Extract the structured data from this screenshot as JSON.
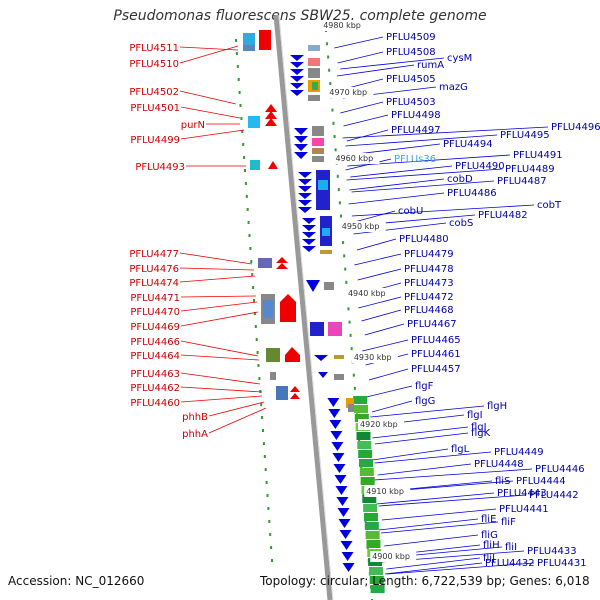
{
  "title": "Pseudomonas fluorescens SBW25, complete genome",
  "accession": "Accession: NC_012660",
  "summary": "Topology: circular; Length: 6,722,539 bp; Genes: 6,018",
  "colors": {
    "forward": "#ee0000",
    "reverse": "#0000dd",
    "rna": "#33aadd",
    "backbone": "#999999",
    "tick": "#339933"
  },
  "scale": [
    "4980 kbp",
    "4970 kbp",
    "4960 kbp",
    "4950 kbp",
    "4940 kbp",
    "4930 kbp",
    "4920 kbp",
    "4910 kbp",
    "4900 kbp"
  ],
  "left_labels": [
    "PFLU4511",
    "PFLU4510",
    "PFLU4502",
    "PFLU4501",
    "purN",
    "PFLU4499",
    "PFLU4493",
    "PFLU4477",
    "PFLU4476",
    "PFLU4474",
    "PFLU4471",
    "PFLU4470",
    "PFLU4469",
    "PFLU4466",
    "PFLU4464",
    "PFLU4463",
    "PFLU4462",
    "PFLU4460",
    "phhB",
    "phhA"
  ],
  "right_labels": [
    "PFLU4509",
    "PFLU4508",
    "cysM",
    "rumA",
    "PFLU4505",
    "mazG",
    "PFLU4503",
    "PFLU4498",
    "PFLU4497",
    "PFLU4496",
    "PFLU4495",
    "PFLU4494",
    "PFLUs36",
    "PFLU4491",
    "PFLU4490",
    "PFLU4489",
    "cobD",
    "PFLU4487",
    "PFLU4486",
    "cobT",
    "cobU",
    "PFLU4482",
    "cobS",
    "PFLU4480",
    "PFLU4479",
    "PFLU4478",
    "PFLU4473",
    "PFLU4472",
    "PFLU4468",
    "PFLU4467",
    "PFLU4465",
    "PFLU4461",
    "PFLU4457",
    "flgF",
    "flgH",
    "flgG",
    "flgI",
    "flgJ",
    "flgK",
    "flgL",
    "PFLU4449",
    "PFLU4448",
    "PFLU4446",
    "fliS",
    "PFLU4444",
    "PFLU4443",
    "PFLU4442",
    "PFLU4441",
    "fliE",
    "fliF",
    "fliG",
    "fliH",
    "fliI",
    "fliJ",
    "PFLU4433",
    "PFLU4432",
    "PFLU4431"
  ]
}
